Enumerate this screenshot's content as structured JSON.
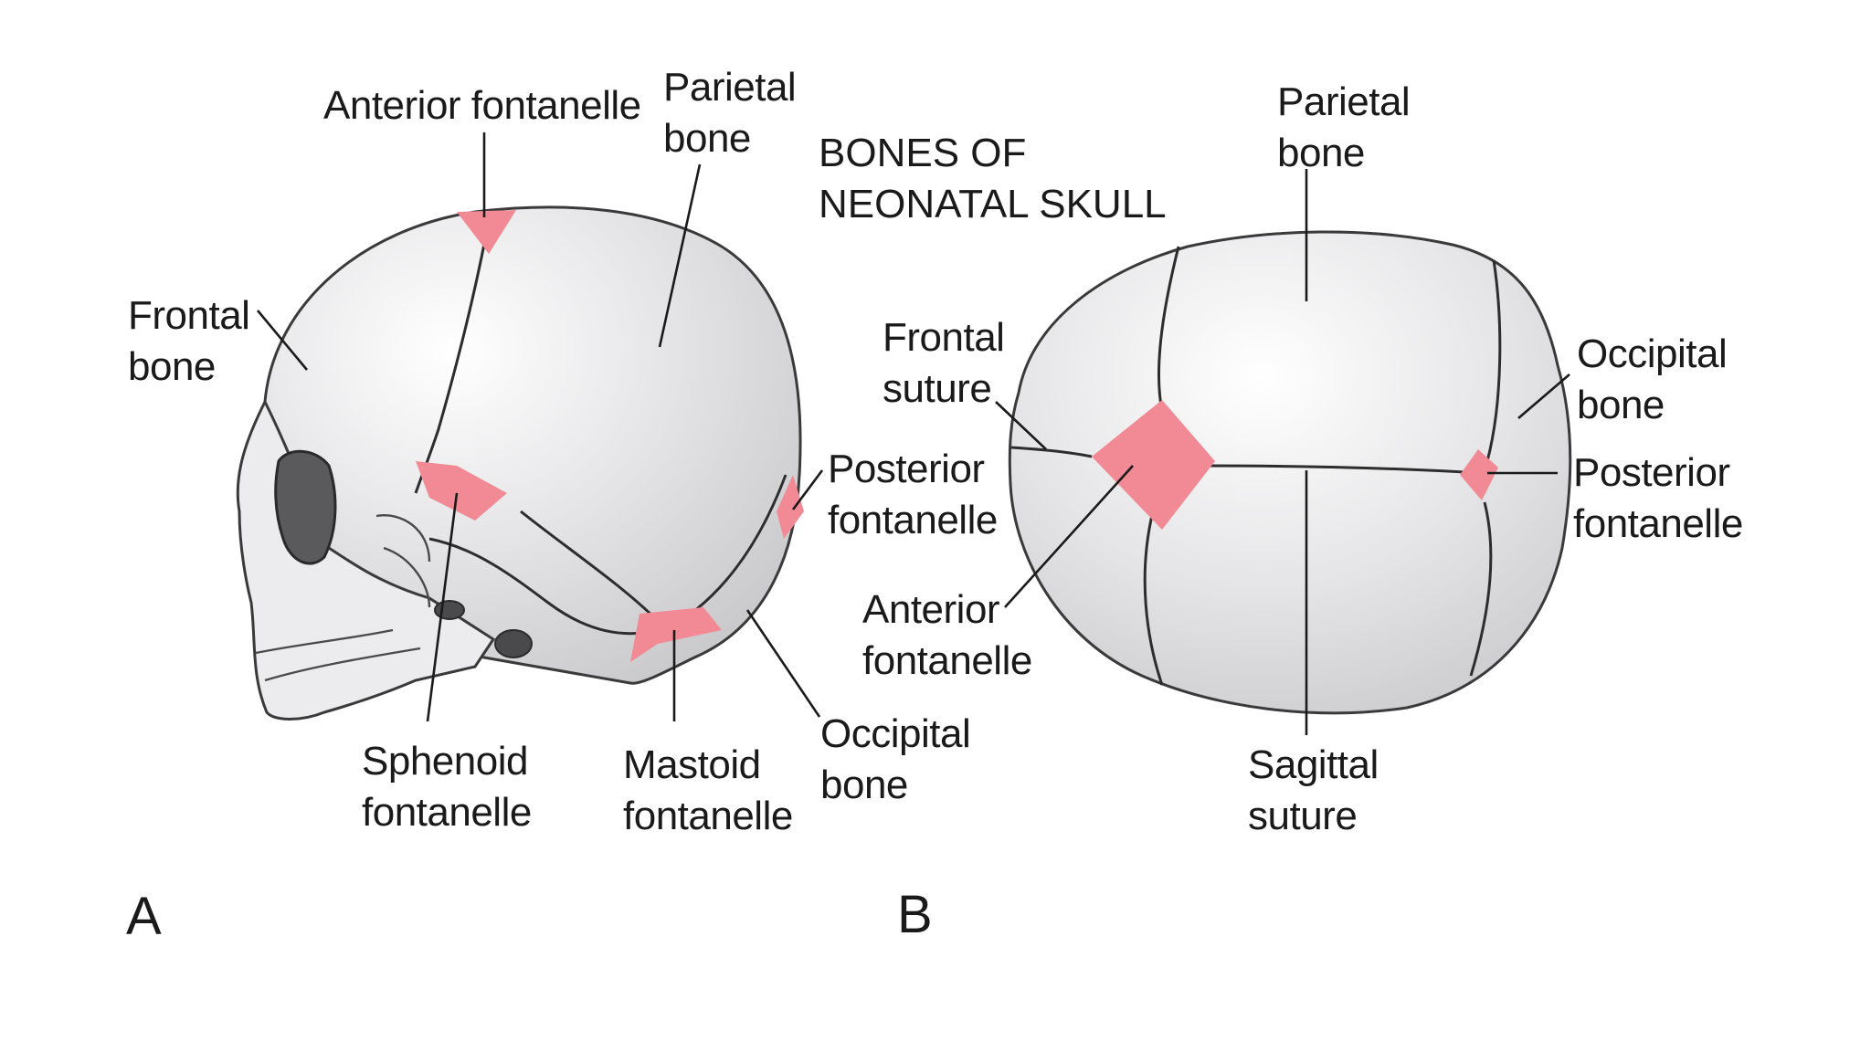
{
  "title": {
    "line1": "BONES OF",
    "line2": "NEONATAL SKULL"
  },
  "panels": {
    "a": "A",
    "b": "B"
  },
  "lateral_view": {
    "anterior_fontanelle": "Anterior fontanelle",
    "parietal_bone": [
      "Parietal",
      "bone"
    ],
    "frontal_bone": [
      "Frontal",
      "bone"
    ],
    "posterior_fontanelle": [
      "Posterior",
      "fontanelle"
    ],
    "sphenoid_fontanelle": [
      "Sphenoid",
      "fontanelle"
    ],
    "mastoid_fontanelle": [
      "Mastoid",
      "fontanelle"
    ],
    "occipital_bone": [
      "Occipital",
      "bone"
    ]
  },
  "superior_view": {
    "parietal_bone": [
      "Parietal",
      "bone"
    ],
    "frontal_suture": [
      "Frontal",
      "suture"
    ],
    "occipital_bone": [
      "Occipital",
      "bone"
    ],
    "posterior_fontanelle": [
      "Posterior",
      "fontanelle"
    ],
    "anterior_fontanelle": [
      "Anterior",
      "fontanelle"
    ],
    "sagittal_suture": [
      "Sagittal",
      "suture"
    ]
  },
  "colors": {
    "fontanelle": "#f28a96",
    "bone": "#e4e4e6",
    "outline": "#3a3a3a",
    "text": "#1a1a1a"
  }
}
